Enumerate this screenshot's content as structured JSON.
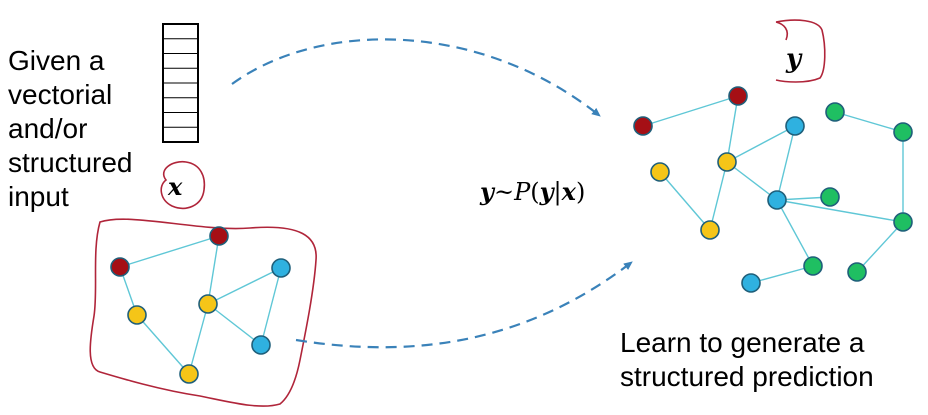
{
  "input_label": [
    "Given a",
    "vectorial",
    "and/or",
    "structured",
    "input"
  ],
  "x_symbol": "x",
  "y_symbol": "y",
  "formula": {
    "y1": "y",
    "tilde": "~",
    "P": "P",
    "open": "(",
    "y2": "y",
    "bar": "|",
    "x": "x",
    "close": ")"
  },
  "output_label": [
    "Learn to generate a",
    "structured prediction"
  ],
  "colors": {
    "red": "#a50f15",
    "yellow": "#f5c518",
    "cyan": "#2fb1e0",
    "green": "#1fbf62",
    "edge": "#5fc7d6",
    "arrow": "#3a82b9",
    "annotation": "#b0253a"
  },
  "vector_cells": 8
}
